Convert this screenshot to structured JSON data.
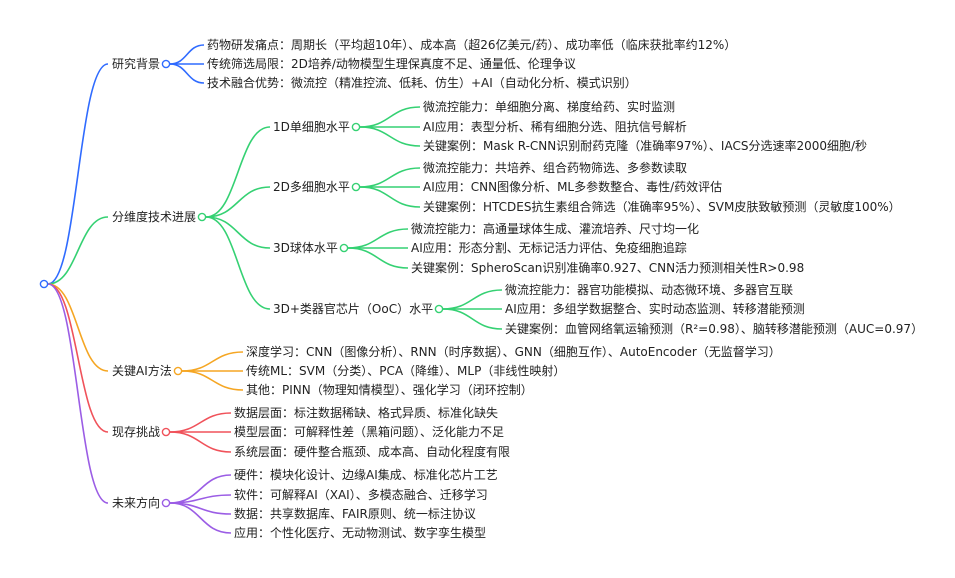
{
  "colors": [
    "#2f6bff",
    "#35d173",
    "#f5a623",
    "#f0525a",
    "#9b5de5"
  ],
  "branches": [
    {
      "label": "研究背景",
      "children": [
        {
          "label": "药物研发痛点：周期长（平均超10年）、成本高（超26亿美元/药）、成功率低（临床获批率约12%）"
        },
        {
          "label": "传统筛选局限：2D培养/动物模型生理保真度不足、通量低、伦理争议"
        },
        {
          "label": "技术融合优势：微流控（精准控流、低耗、仿生）+AI（自动化分析、模式识别）"
        }
      ]
    },
    {
      "label": "分维度技术进展",
      "children": [
        {
          "label": "1D单细胞水平",
          "children": [
            {
              "label": "微流控能力：单细胞分离、梯度给药、实时监测"
            },
            {
              "label": "AI应用：表型分析、稀有细胞分选、阻抗信号解析"
            },
            {
              "label": "关键案例：Mask R-CNN识别耐药克隆（准确率97%）、IACS分选速率2000细胞/秒"
            }
          ]
        },
        {
          "label": "2D多细胞水平",
          "children": [
            {
              "label": "微流控能力：共培养、组合药物筛选、多参数读取"
            },
            {
              "label": "AI应用：CNN图像分析、ML多参数整合、毒性/药效评估"
            },
            {
              "label": "关键案例：HTCDES抗生素组合筛选（准确率95%）、SVM皮肤致敏预测（灵敏度100%）"
            }
          ]
        },
        {
          "label": "3D球体水平",
          "children": [
            {
              "label": "微流控能力：高通量球体生成、灌流培养、尺寸均一化"
            },
            {
              "label": "AI应用：形态分割、无标记活力评估、免疫细胞追踪"
            },
            {
              "label": "关键案例：SpheroScan识别准确率0.927、CNN活力预测相关性R>0.98"
            }
          ]
        },
        {
          "label": "3D+类器官芯片（OoC）水平",
          "children": [
            {
              "label": "微流控能力：器官功能模拟、动态微环境、多器官互联"
            },
            {
              "label": "AI应用：多组学数据整合、实时动态监测、转移潜能预测"
            },
            {
              "label": "关键案例：血管网络氧运输预测（R²=0.98）、脑转移潜能预测（AUC=0.97）"
            }
          ]
        }
      ]
    },
    {
      "label": "关键AI方法",
      "children": [
        {
          "label": "深度学习：CNN（图像分析）、RNN（时序数据）、GNN（细胞互作）、AutoEncoder（无监督学习）"
        },
        {
          "label": "传统ML：SVM（分类）、PCA（降维）、MLP（非线性映射）"
        },
        {
          "label": "其他：PINN（物理知情模型）、强化学习（闭环控制）"
        }
      ]
    },
    {
      "label": "现存挑战",
      "children": [
        {
          "label": "数据层面：标注数据稀缺、格式异质、标准化缺失"
        },
        {
          "label": "模型层面：可解释性差（黑箱问题）、泛化能力不足"
        },
        {
          "label": "系统层面：硬件整合瓶颈、成本高、自动化程度有限"
        }
      ]
    },
    {
      "label": "未来方向",
      "children": [
        {
          "label": "硬件：模块化设计、边缘AI集成、标准化芯片工艺"
        },
        {
          "label": "软件：可解释AI（XAI）、多模态融合、迁移学习"
        },
        {
          "label": "数据：共享数据库、FAIR原则、统一标注协议"
        },
        {
          "label": "应用：个性化医疗、无动物测试、数字孪生模型"
        }
      ]
    }
  ]
}
